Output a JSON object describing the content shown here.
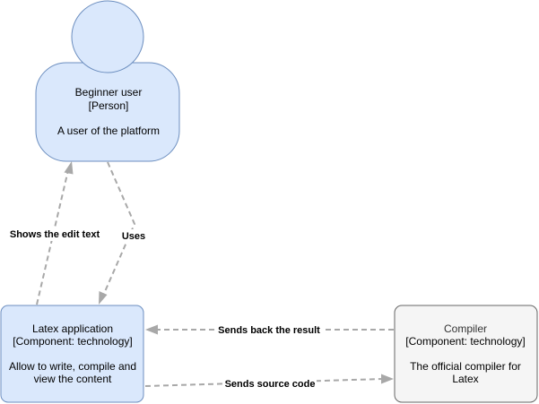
{
  "colors": {
    "person_fill": "#dae8fc",
    "person_stroke": "#6c8ebf",
    "component_fill": "#dae8fc",
    "component_stroke": "#6c8ebf",
    "external_fill": "#f5f5f5",
    "external_stroke": "#666666",
    "external_text": "#333333",
    "edge": "#a8a8a8"
  },
  "person": {
    "icon": "person-head-icon",
    "name": "Beginner user",
    "type": "[Person]",
    "description": "A user of the platform"
  },
  "latex_app": {
    "name": "Latex application",
    "type": "[Component: technology]",
    "description_line1": "Allow to write, compile and",
    "description_line2": "view the content"
  },
  "compiler": {
    "name": "Compiler",
    "type": "[Component: technology]",
    "description_line1": "The official compiler for",
    "description_line2": "Latex"
  },
  "edges": {
    "shows_edit_text": "Shows the edit text",
    "uses": "Uses",
    "sends_back_result": "Sends back the result",
    "sends_source_code": "Sends source code"
  }
}
